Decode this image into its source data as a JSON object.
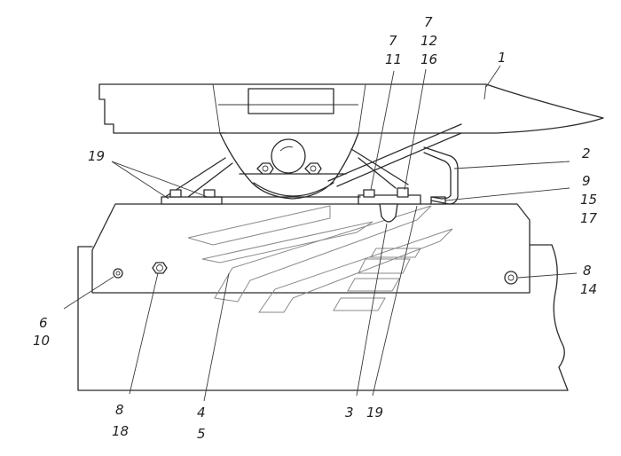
{
  "callouts": {
    "c1": "1",
    "c2": "2",
    "c3": "3",
    "c4": "4",
    "c5": "5",
    "c6": "6",
    "c7_top": "7",
    "c7_mid": "7",
    "c8_right": "8",
    "c8_bottom": "8",
    "c9": "9",
    "c10": "10",
    "c11": "11",
    "c12": "12",
    "c14": "14",
    "c15": "15",
    "c16": "16",
    "c17": "17",
    "c18": "18",
    "c19_left": "19",
    "c19_bottom": "19"
  }
}
